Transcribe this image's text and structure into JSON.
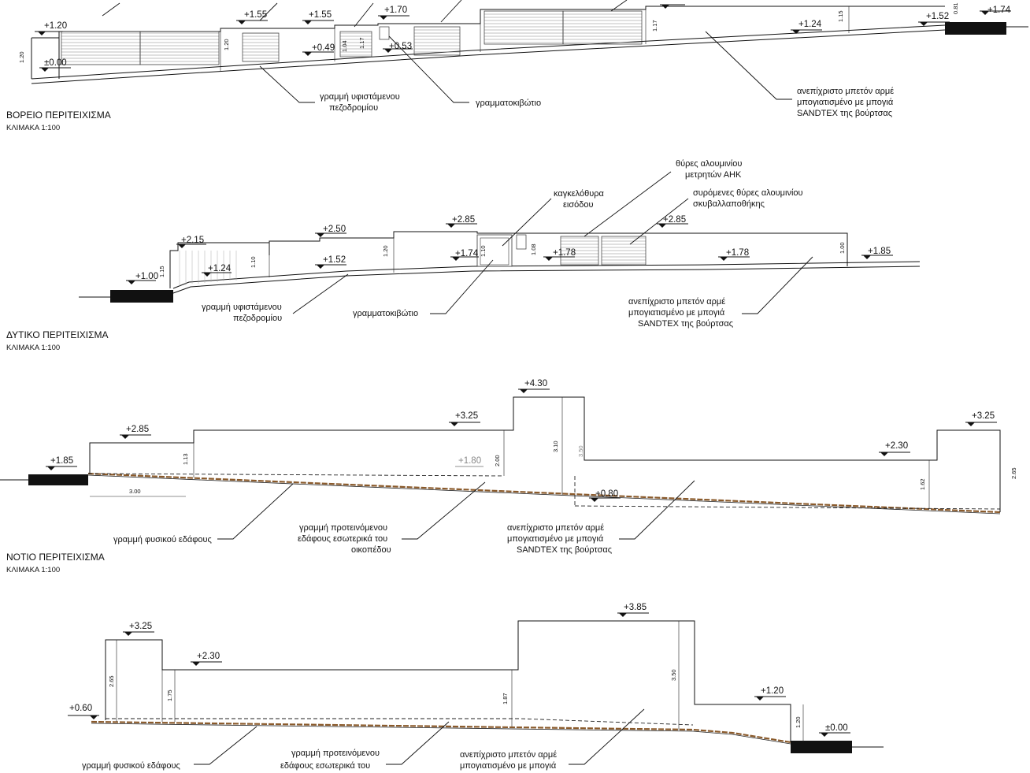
{
  "north": {
    "title": "ΒΟΡΕΙΟ ΠΕΡΙΤΕΙΧΙΣΜΑ",
    "scale": "ΚΛΙΜΑΚΑ 1:100",
    "levels": {
      "l1": "+1.20",
      "l2": "±0.00",
      "l3": "+1.55",
      "l4": "+1.55",
      "l5": "+1.70",
      "l6": "+0.49",
      "l7": "+0.53",
      "l8": "+1.24",
      "l9": "+1.52",
      "l10": "+1.74"
    },
    "dims": {
      "d1": "1.20",
      "d2": "1.20",
      "d3": "1.04",
      "d4": "1.17",
      "d5": "1.17",
      "d6": "1.15",
      "d7": "0.81"
    },
    "notes": {
      "sidewalk_1": "γραμμή υφιστάμενου",
      "sidewalk_2": "πεζοδρομίου",
      "mailbox": "γραμματοκιβώτιο",
      "concrete_1": "ανεπίχριστο μπετόν αρμέ",
      "concrete_2": "μπογιατισμένο με μπογιά",
      "concrete_3": "SANDTEX της βούρτσας"
    }
  },
  "west": {
    "title": "ΔΥΤΙΚΟ ΠΕΡΙΤΕΙΧΙΣΜΑ",
    "scale": "ΚΛΙΜΑΚΑ 1:100",
    "levels": {
      "l1": "+2.15",
      "l2": "+1.24",
      "l3": "+1.00",
      "l4": "+2.50",
      "l5": "+1.52",
      "l6": "+2.85",
      "l7": "+1.74",
      "l8": "+1.78",
      "l9": "+2.85",
      "l10": "+1.78",
      "l11": "+1.85"
    },
    "dims": {
      "d1": "1.15",
      "d2": "1.10",
      "d3": "1.20",
      "d4": "1.10",
      "d5": "1.08",
      "d6": "1.00"
    },
    "notes": {
      "gate_1": "καγκελόθυρα",
      "gate_2": "εισόδου",
      "meter_1": "θύρες αλουμινίου",
      "meter_2": "μετρητών ΑΗΚ",
      "sliding_1": "συρόμενες θύρες αλουμινίου",
      "sliding_2": "σκυβαλλαποθήκης",
      "sidewalk_1": "γραμμή υφιστάμενου",
      "sidewalk_2": "πεζοδρομίου",
      "mailbox": "γραμματοκιβώτιο",
      "concrete_1": "ανεπίχριστο μπετόν αρμέ",
      "concrete_2": "μπογιατισμένο με μπογιά",
      "concrete_3": "SANDTEX της βούρτσας"
    }
  },
  "south": {
    "title": "ΝΟΤΙΟ ΠΕΡΙΤΕΙΧΙΣΜΑ",
    "scale": "ΚΛΙΜΑΚΑ 1:100",
    "levels": {
      "l1": "+1.85",
      "l2": "+2.85",
      "l3": "+3.25",
      "l4": "+4.30",
      "l5": "+1.80",
      "l6": "+0.80",
      "l7": "+2.30",
      "l8": "+3.25"
    },
    "dims": {
      "d1": "1.13",
      "d2": "3.00",
      "d3": "2.00",
      "d4": "3.10",
      "d5": "3.50",
      "d6": "1.62",
      "d7": "2.65"
    },
    "notes": {
      "natural_ground": "γραμμή φυσικού εδάφους",
      "proposed_1": "γραμμή προτεινόμενου",
      "proposed_2": "εδάφους εσωτερικά του",
      "proposed_3": "οικοπέδου",
      "concrete_1": "ανεπίχριστο μπετόν αρμέ",
      "concrete_2": "μπογιατισμένο με μπογιά",
      "concrete_3": "SANDTEX της βούρτσας"
    }
  },
  "east": {
    "levels": {
      "l1": "+3.25",
      "l2": "+0.60",
      "l3": "+2.30",
      "l4": "+3.85",
      "l5": "+1.20",
      "l6": "±0.00"
    },
    "dims": {
      "d1": "2.65",
      "d2": "1.75",
      "d3": "1.87",
      "d4": "3.50",
      "d5": "1.20"
    },
    "notes": {
      "natural_ground": "γραμμή φυσικού εδάφους",
      "proposed_1": "γραμμή προτεινόμενου",
      "proposed_2": "εδάφους εσωτερικά του",
      "concrete_1": "ανεπίχριστο μπετόν αρμέ",
      "concrete_2": "μπογιατισμένο με μπογιά"
    }
  }
}
